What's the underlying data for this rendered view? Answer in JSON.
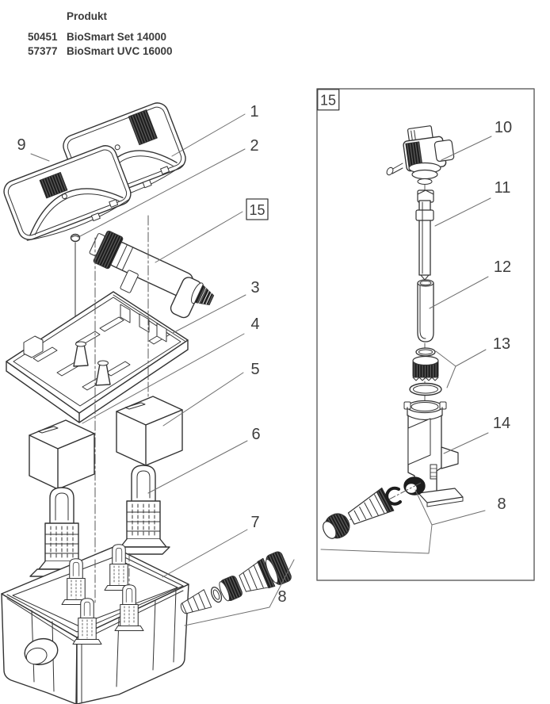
{
  "header": {
    "product_column_label": "Produkt",
    "products": [
      {
        "article_number": "50451",
        "product_name": "BioSmart Set 14000"
      },
      {
        "article_number": "57377",
        "product_name": "BioSmart UVC 16000"
      }
    ]
  },
  "main_diagram": {
    "callouts": {
      "lid_top": "1",
      "plug": "2",
      "uvc_ref": "15",
      "tray": "3",
      "foam_left": "4",
      "foam_right": "5",
      "holder": "6",
      "container": "7",
      "fittings": "8",
      "lid_bottom": "9"
    }
  },
  "inset_diagram": {
    "frame_tag": "15",
    "callouts": {
      "uvc_head": "10",
      "tube": "11",
      "quartz_glass": "12",
      "seals": "13",
      "housing": "14",
      "fittings": "8"
    }
  },
  "colors": {
    "line": "#333333",
    "leader": "#6f6f6f",
    "text": "#3d3d3d",
    "panel_border": "#686868",
    "dark": "#1d1d1d"
  }
}
